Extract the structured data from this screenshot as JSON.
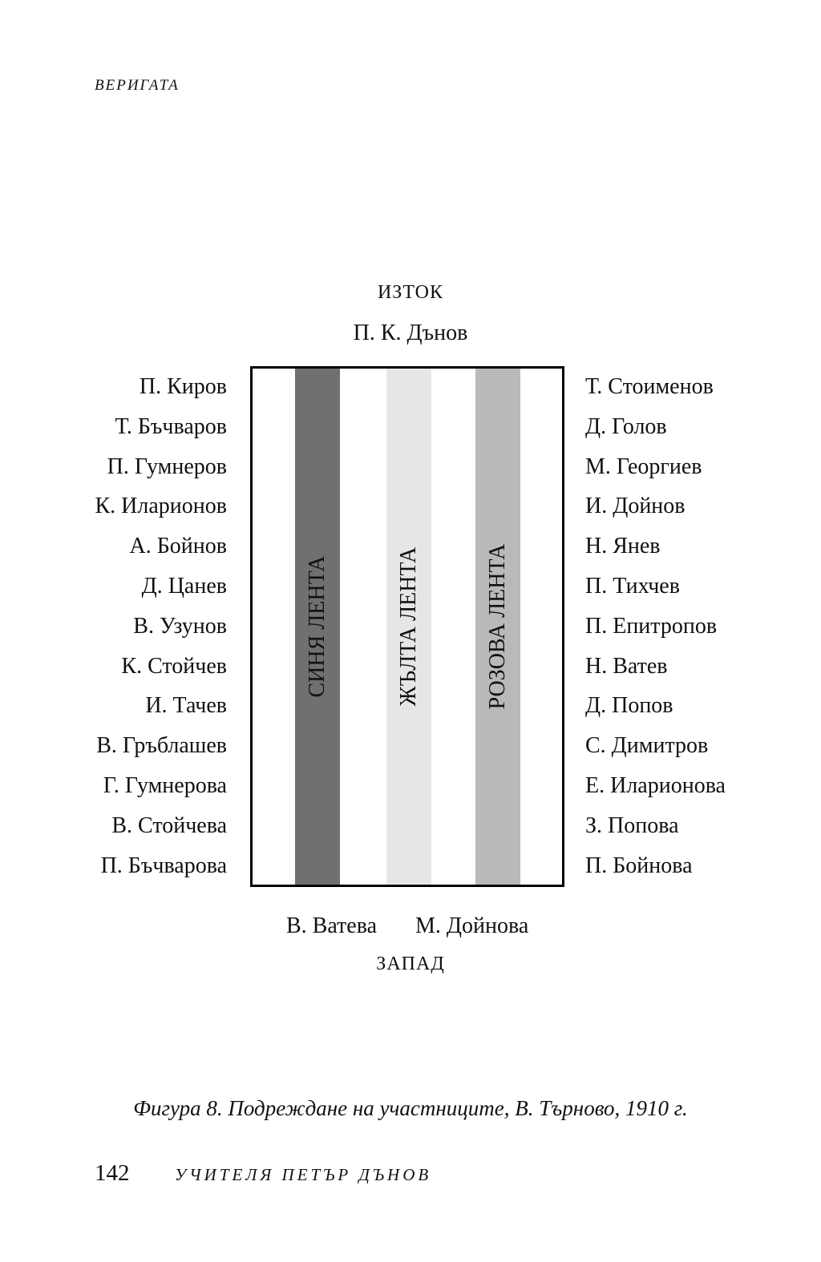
{
  "header": {
    "running_head": "ВЕРИГАТА"
  },
  "figure": {
    "east": "ИЗТОК",
    "west": "ЗАПАД",
    "head": "П. К. Дънов",
    "left_names": [
      "П. Киров",
      "Т. Бъчваров",
      "П. Гумнеров",
      "К. Иларионов",
      "А. Бойнов",
      "Д. Цанев",
      "В. Узунов",
      "К. Стойчев",
      "И. Тачев",
      "В. Гръблашев",
      "Г. Гумнерова",
      "В. Стойчева",
      "П. Бъчварова"
    ],
    "right_names": [
      "Т. Стоименов",
      "Д. Голов",
      "М. Георгиев",
      "И. Дойнов",
      "Н. Янев",
      "П. Тихчев",
      "П. Епитропов",
      "Н. Ватев",
      "Д. Попов",
      "С. Димитров",
      "Е. Иларионова",
      "З. Попова",
      "П. Бойнова"
    ],
    "ribbons": [
      {
        "label": "СИНЯ ЛЕНТА",
        "color": "#707070"
      },
      {
        "label": "ЖЪЛТА ЛЕНТА",
        "color": "#e6e6e6"
      },
      {
        "label": "РОЗОВА ЛЕНТА",
        "color": "#b9b9b9"
      }
    ],
    "bottom_names": [
      "В. Ватева",
      "М. Дойнова"
    ]
  },
  "caption": "Фигура 8.  Подреждане на участниците, В. Търново, 1910 г.",
  "footer": {
    "page_number": "142",
    "book_title": "УЧИТЕЛЯ ПЕТЪР ДЪНОВ"
  }
}
